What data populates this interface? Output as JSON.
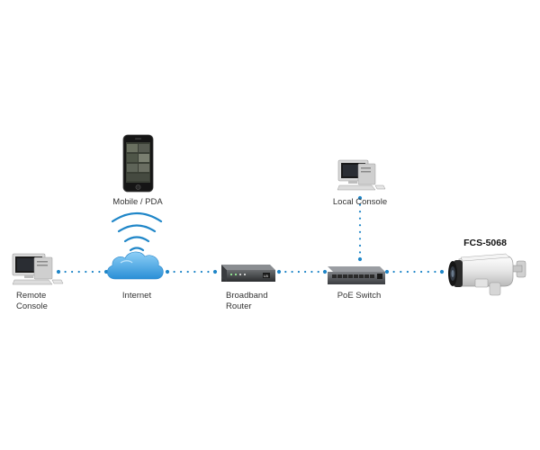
{
  "diagram": {
    "accent_color": "#1f86c8",
    "nodes": {
      "remote_console": {
        "line1": "Remote",
        "line2": "Console",
        "icon": "desktop-computer-icon"
      },
      "internet": {
        "label": "Internet",
        "icon": "cloud-icon"
      },
      "mobile": {
        "label": "Mobile / PDA",
        "icon": "smartphone-icon"
      },
      "router": {
        "line1": "Broadband",
        "line2": "Router",
        "icon": "router-icon"
      },
      "poe_switch": {
        "label": "PoE Switch",
        "icon": "switch-icon"
      },
      "local_console": {
        "label": "Local Console",
        "icon": "desktop-computer-icon"
      },
      "camera": {
        "label": "FCS-5068",
        "icon": "bullet-camera-icon"
      }
    }
  }
}
